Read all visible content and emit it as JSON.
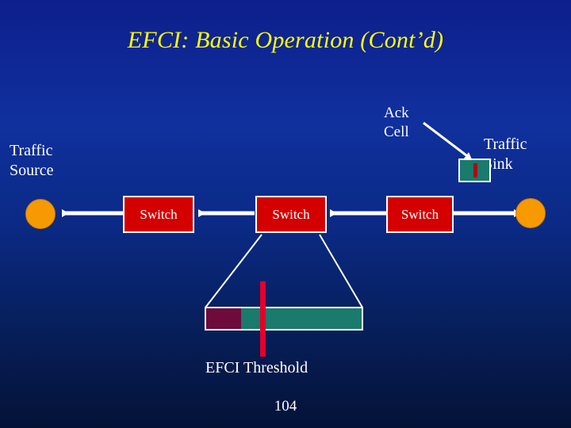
{
  "slide": {
    "title": "EFCI: Basic Operation (Cont’d)",
    "page_number": "104",
    "background_color": "#0d2a8c",
    "title_color": "#ffff00"
  },
  "labels": {
    "traffic_source": "Traffic\nSource",
    "traffic_sink": "Traffic\nSink",
    "ack_cell": "Ack\nCell",
    "efci_threshold": "EFCI Threshold"
  },
  "switches": [
    {
      "label": "Switch"
    },
    {
      "label": "Switch"
    },
    {
      "label": "Switch"
    }
  ],
  "icons": {
    "source_endpoint": "orange-circle-icon",
    "sink_endpoint": "orange-circle-icon",
    "ack_cell": "ack-cell-icon",
    "arrow_left": "arrow-left-icon",
    "arrow_right": "arrow-right-icon"
  },
  "colors": {
    "switch_fill": "#d40000",
    "endpoint_fill": "#f79900",
    "queue_fill": "#1a7a6c",
    "queue_used": "#6e0b3a",
    "threshold_marker": "#e4002b",
    "connector": "#ffffff"
  }
}
